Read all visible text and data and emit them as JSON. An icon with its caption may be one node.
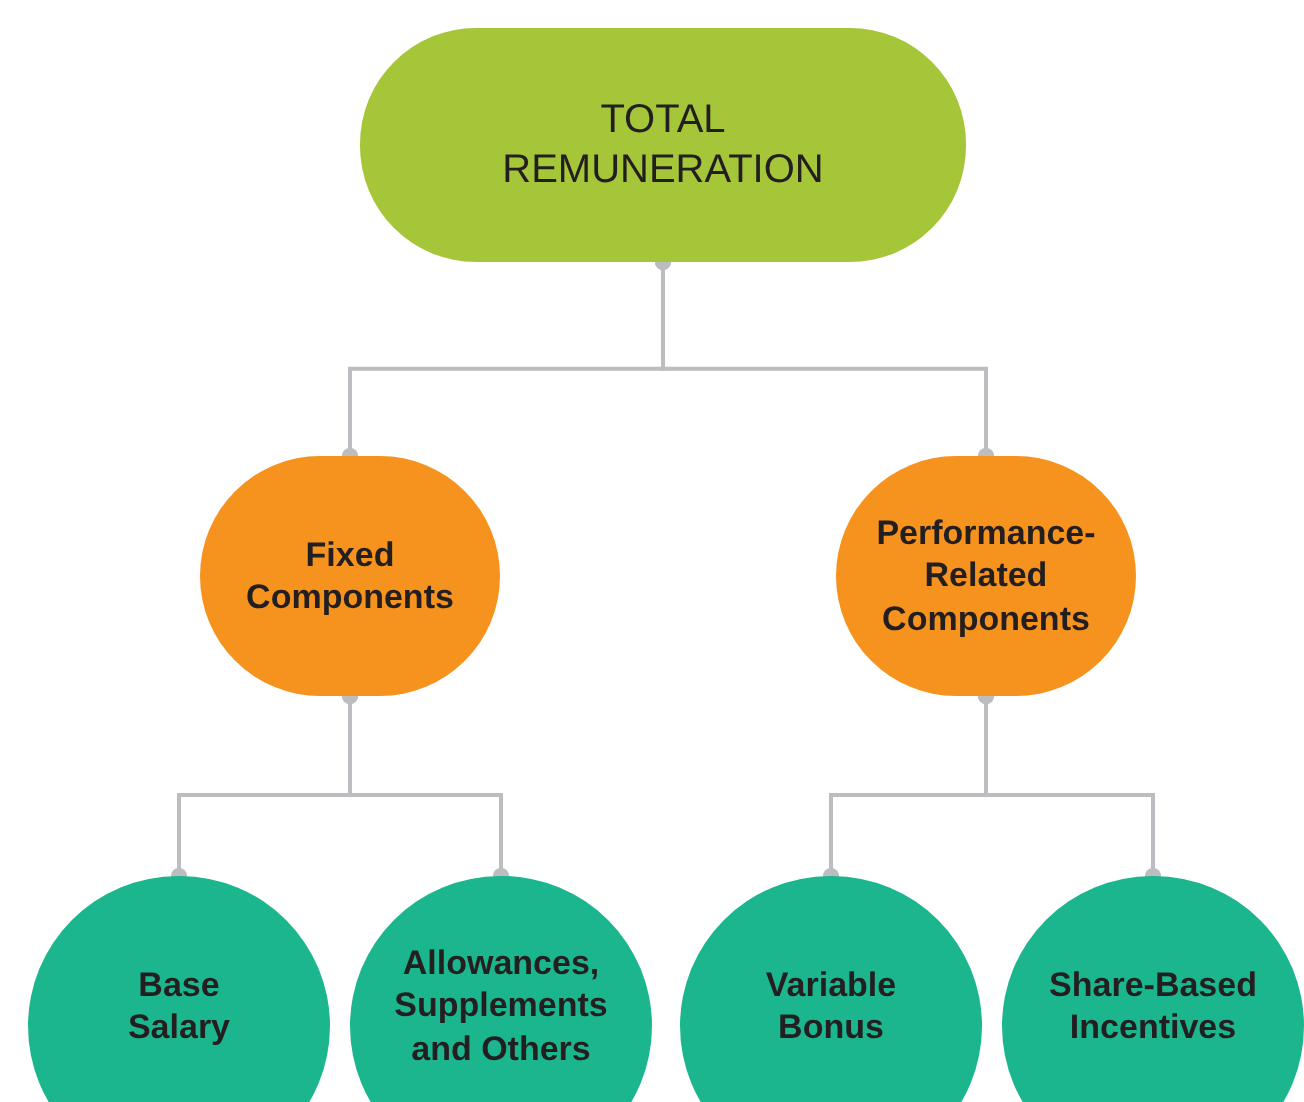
{
  "diagram": {
    "nodes": [
      {
        "text": [
          "TOTAL REMUNERATION"
        ]
      },
      {
        "text": [
          "Fixed Components"
        ]
      },
      {
        "text": [
          "Performance-Related Components"
        ]
      },
      {
        "text": [
          "Base Salary"
        ]
      },
      {
        "text": [
          "Allowances, Supplements and Others"
        ]
      },
      {
        "text": [
          "Variable Bonus"
        ]
      },
      {
        "text": [
          "Share-Based Incentives"
        ]
      }
    ],
    "edges": [
      {
        "from": 0,
        "to": 1,
        "arrow": "other"
      },
      {
        "from": 0,
        "to": 2,
        "arrow": "other"
      },
      {
        "from": 1,
        "to": 3,
        "arrow": "other"
      },
      {
        "from": 1,
        "to": 4,
        "arrow": "other"
      },
      {
        "from": 2,
        "to": 5,
        "arrow": "other"
      },
      {
        "from": 2,
        "to": 6,
        "arrow": "other"
      }
    ]
  }
}
